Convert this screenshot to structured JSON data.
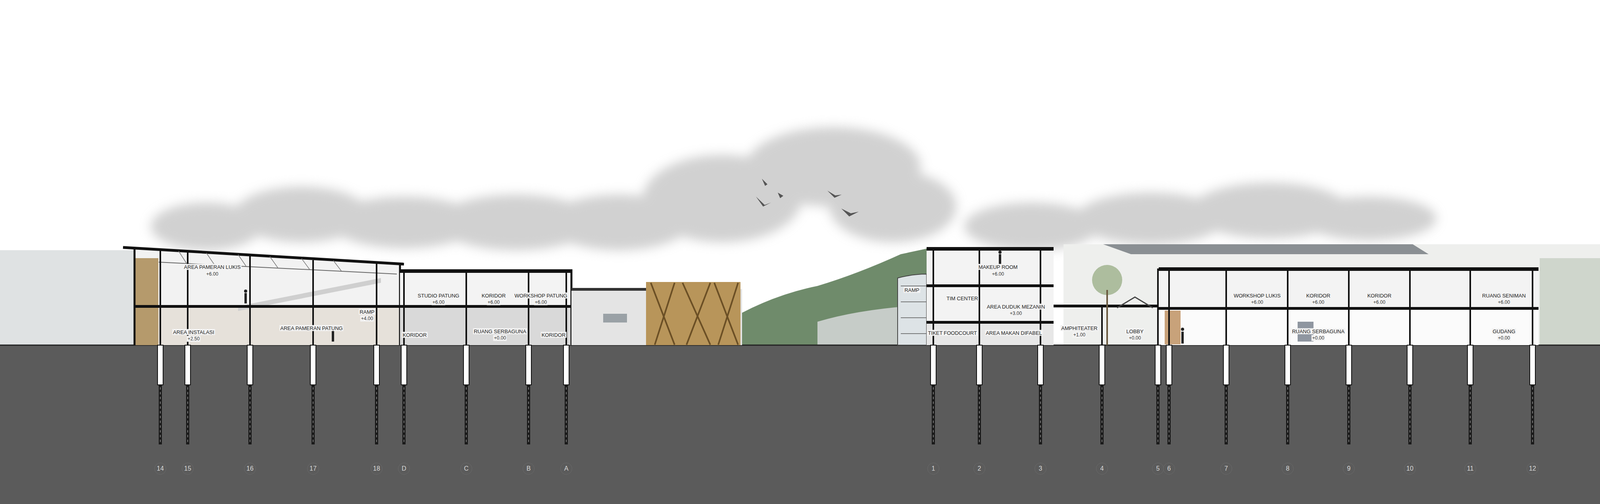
{
  "diagram": {
    "nodes": [
      {
        "text": [
          "14"
        ]
      },
      {
        "text": [
          "15"
        ]
      },
      {
        "text": [
          "16"
        ]
      },
      {
        "text": [
          "17"
        ]
      },
      {
        "text": [
          "18"
        ]
      },
      {
        "text": [
          "D"
        ]
      },
      {
        "text": [
          "C"
        ]
      },
      {
        "text": [
          "B"
        ]
      },
      {
        "text": [
          "A"
        ]
      },
      {
        "text": [
          "1"
        ]
      },
      {
        "text": [
          "2"
        ]
      },
      {
        "text": [
          "3"
        ]
      },
      {
        "text": [
          "4"
        ]
      },
      {
        "text": [
          "5"
        ]
      },
      {
        "text": [
          "6"
        ]
      },
      {
        "text": [
          "7"
        ]
      },
      {
        "text": [
          "8"
        ]
      },
      {
        "text": [
          "9"
        ]
      },
      {
        "text": [
          "10"
        ]
      },
      {
        "text": [
          "11"
        ]
      },
      {
        "text": [
          "12"
        ]
      }
    ],
    "labels": [
      "AREA PAMERAN LUKIS",
      "+6.00",
      "AREA INSTALASI",
      "+2.50",
      "RAMP",
      "+4.00",
      "AREA PAMERAN PATUNG",
      "STUDIO PATUNG",
      "+6.00",
      "KORIDOR",
      "+6.00",
      "WORKSHOP PATUNG",
      "+6.00",
      "KORIDOR",
      "RUANG SERBAGUNA",
      "+0.00",
      "KORIDOR",
      "RAMP",
      "MAKEUP ROOM",
      "+6.00",
      "TIM CENTER",
      "AREA DUDUK MEZANIN",
      "+3.00",
      "TIKET",
      "FOODCOURT",
      "AREA MAKAN DIFABEL",
      "AMPHITEATER",
      "+1.00",
      "LOBBY",
      "+0.00",
      "WORKSHOP LUKIS",
      "+6.00",
      "KORIDOR",
      "+6.00",
      "KORIDOR",
      "+6.00",
      "RUANG SENIMAN",
      "+6.00",
      "RUANG SERBAGUNA",
      "+0.00",
      "GUDANG",
      "+0.00"
    ]
  }
}
